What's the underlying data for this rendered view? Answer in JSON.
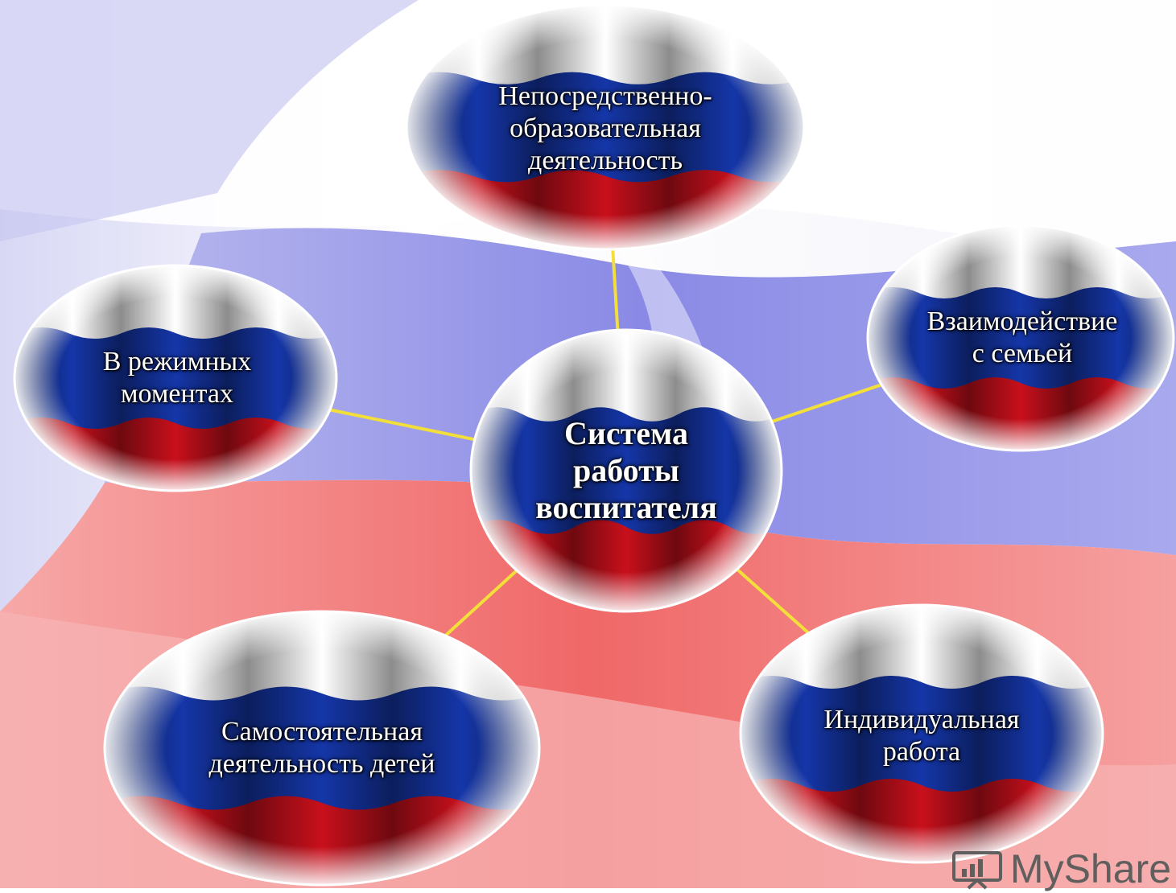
{
  "center": {
    "label": "Система\nработы\nвоспитателя"
  },
  "nodes": [
    {
      "id": "top",
      "label": "Непосредственно-\nобразовательная\nдеятельность"
    },
    {
      "id": "left",
      "label": "В режимных\nмоментах"
    },
    {
      "id": "right",
      "label": "Взаимодействие\nс семьей"
    },
    {
      "id": "bottom-left",
      "label": "Самостоятельная\nдеятельность детей"
    },
    {
      "id": "bottom-right",
      "label": "Индивидуальная\nработа"
    }
  ],
  "watermark": {
    "text": "MyShare"
  },
  "colors": {
    "flag_white": "#ffffff",
    "flag_blue": "#1536a8",
    "flag_red": "#c8101c",
    "connector": "#f2df3a",
    "bg_blue": "#8e8ee8",
    "bg_red": "#f07070"
  }
}
